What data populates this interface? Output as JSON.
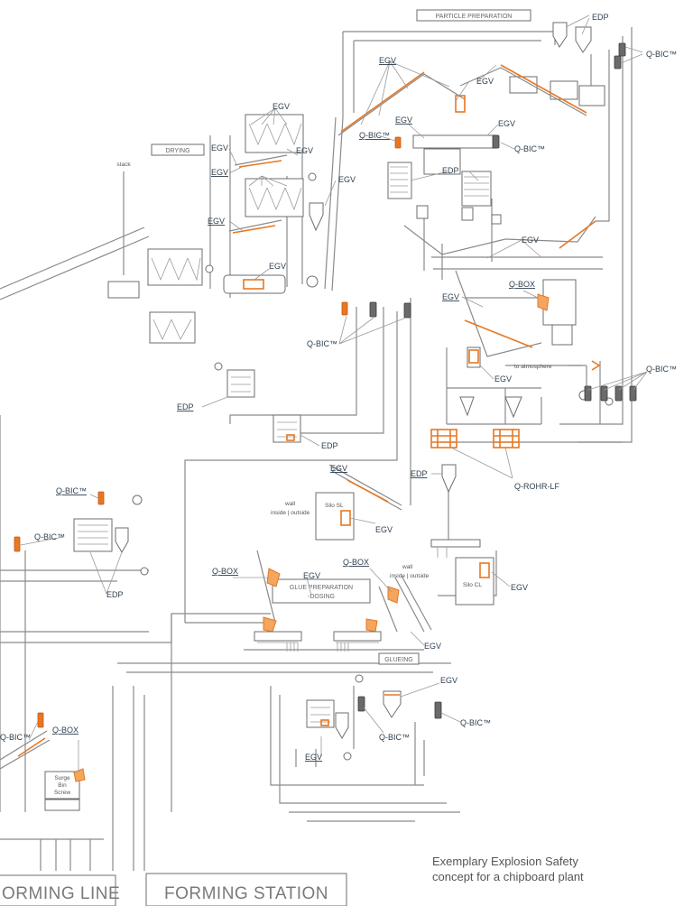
{
  "sections": {
    "particle_preparation": "PARTICLE PREPARATION",
    "drying": "DRYING",
    "glue_preparation_line1": "GLUE PREPARATION",
    "glue_preparation_line2": "-DOSING",
    "glueing": "GLUEING",
    "forming_line": "ORMING LINE",
    "forming_station": "FORMING STATION"
  },
  "equipment_labels": {
    "egv": "EGV",
    "edp": "EDP",
    "q_bic": "Q-BIC™",
    "q_box": "Q-BOX",
    "q_rohr_lf": "Q-ROHR-LF"
  },
  "annotations": {
    "to_atmosphere": "to atmosphere",
    "silo_sl": "Silo SL",
    "silo_cl": "Silo CL",
    "surge_bin_line1": "Surge",
    "surge_bin_line2": "Bin",
    "surge_bin_line3": "Screw",
    "stack": "stack",
    "wall": "wall",
    "inside_outside": "inside | outside"
  },
  "caption": {
    "line1": "Exemplary Explosion Safety",
    "line2": "concept for a chipboard plant"
  },
  "colors": {
    "accent": "#e87722",
    "pipe": "#8a8a8a",
    "label": "#2f3f4f"
  }
}
